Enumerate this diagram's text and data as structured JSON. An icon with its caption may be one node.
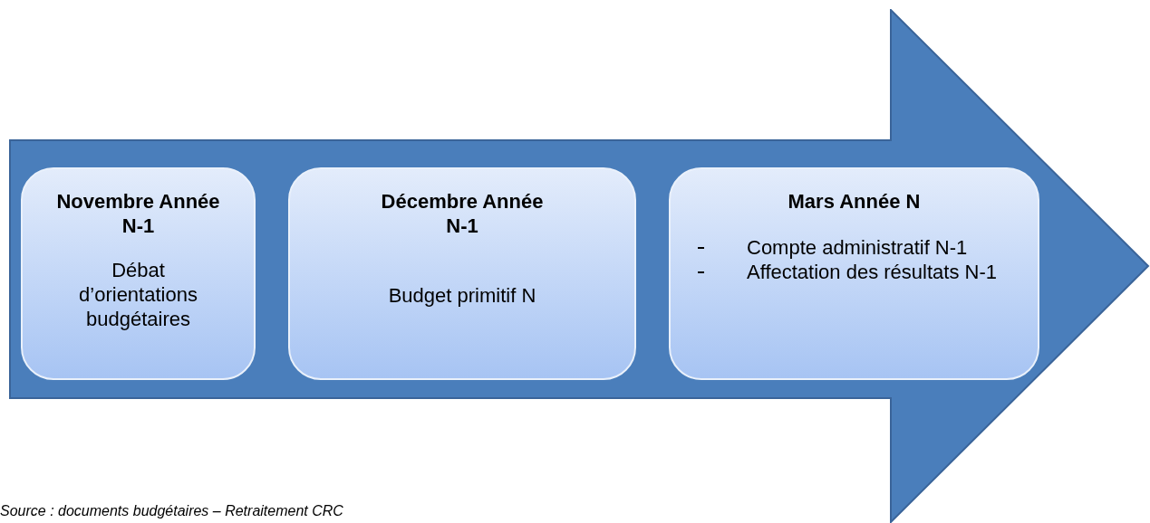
{
  "diagram": {
    "caption": "Source : documents budgétaires – Retraitement CRC",
    "nodes": [
      {
        "text": [],
        "shape": "arrow"
      },
      {
        "text": [
          "Novembre Année N-1",
          "Débat d’orientations budgétaires"
        ],
        "in": 0
      },
      {
        "text": [
          "Décembre Année N-1",
          "Budget primitif N"
        ],
        "in": 0
      },
      {
        "text": [
          "Mars Année N",
          "Compte administratif N-1",
          "Affectation des résultats N-1"
        ],
        "in": 0
      }
    ]
  }
}
